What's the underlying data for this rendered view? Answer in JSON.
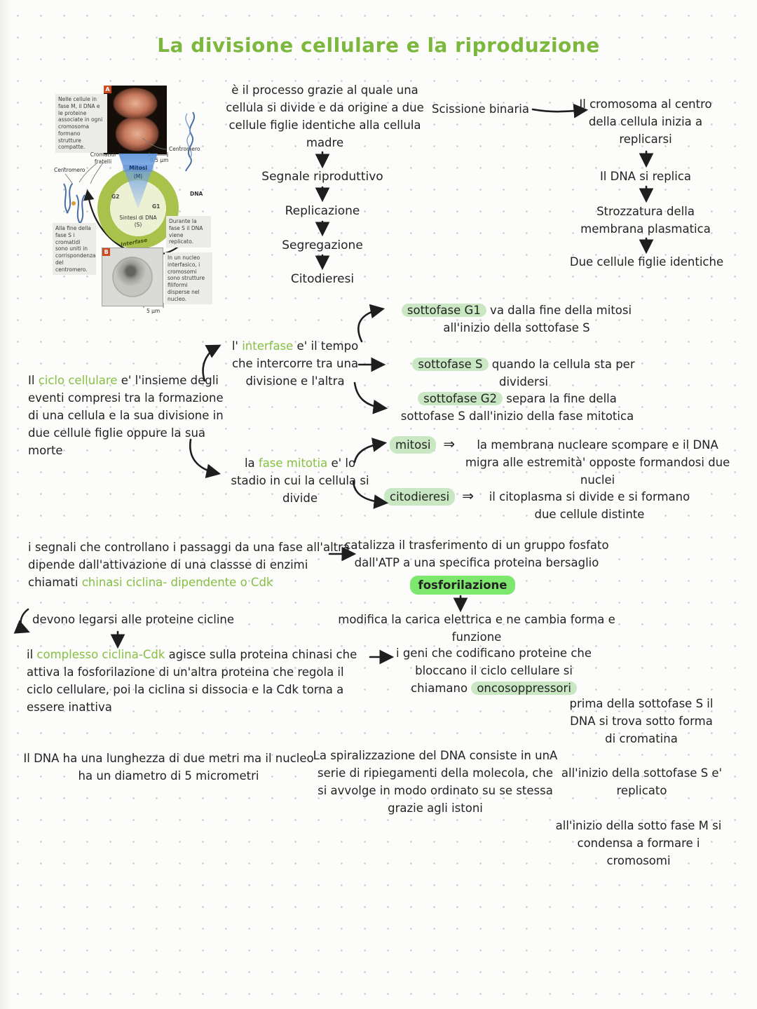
{
  "colors": {
    "title_green": "#7cb83e",
    "keyword_green": "#85c043",
    "highlight_soft": "#c8e7c2",
    "highlight_bright": "#7ee86e",
    "ink": "#232323"
  },
  "symbols": {
    "double_arrow": "⇒"
  },
  "title": "La divisione cellulare e la riproduzione",
  "figure": {
    "badge_a": "A",
    "badge_b": "B",
    "caption_a": "Nelle cellule in fase M, il DNA e le proteine associate in ogni cromosoma formano strutture compatte.",
    "centromero_top": "Centromero",
    "scale_top": "0,5 μm",
    "cromatidi": "Cromatidi fratelli",
    "centromero_left": "Centromero",
    "mitosi": "Mitosi",
    "m": "(M)",
    "g2": "G2",
    "g1": "G1",
    "sintesi": "Sintesi di DNA (S)",
    "interfase": "Interfase",
    "dna": "DNA",
    "caption_durante": "Durante la fase S il DNA viene replicato.",
    "caption_alla_fine": "Alla fine della fase S i cromatidi sono uniti in corrispondenza del centromero.",
    "caption_nucleo": "In un nucleo interfasico, i cromosomi sono strutture filiformi disperse nel nucleo.",
    "scale_bottom": "5 μm"
  },
  "processo": {
    "text": "è il processo grazie al quale una cellula si divide e da origine a due cellule figlie identiche alla cellula madre",
    "steps": [
      "Segnale riproduttivo",
      "Replicazione",
      "Segregazione",
      "Citodieresi"
    ]
  },
  "scissione": {
    "label": "Scissione binaria",
    "steps": [
      "Il cromosoma al centro della cellula inizia a replicarsi",
      "Il DNA si replica",
      "Strozzatura della membrana plasmatica",
      "Due cellule figlie identiche"
    ]
  },
  "sottofasi": [
    {
      "keyword": "sottofase G1",
      "text": " va dalla fine della mitosi all'inizio della sottofase S"
    },
    {
      "keyword": "sottofase S",
      "text": " quando la cellula sta per dividersi"
    },
    {
      "keyword": "sottofase G2",
      "text": " separa la fine della sottofase S dall'inizio della fase mitotica"
    }
  ],
  "ciclo": {
    "pre": "Il ",
    "keyword": "ciclo cellulare",
    "post": " e' l'insieme degli eventi compresi tra la formazione di una cellula e la sua divisione in due cellule figlie oppure la sua morte"
  },
  "interfase": {
    "pre": "l' ",
    "keyword": "interfase",
    "post": " e' il tempo che intercorre tra una divisione e l'altra"
  },
  "fase_mitotica": {
    "pre": "la ",
    "keyword": "fase mitotia",
    "post": " e' lo stadio in cui la cellula si divide"
  },
  "mitosi_row": {
    "keyword": "mitosi",
    "text": "la membrana nucleare scompare e il DNA migra alle estremità' opposte formandosi due nuclei"
  },
  "citodieresi_row": {
    "keyword": "citodieresi",
    "text": "il citoplasma si divide e si formano due cellule distinte"
  },
  "segnali": {
    "pre": "i segnali che controllano i passaggi da una fase all'altra dipende dall'attivazione di una classse di enzimi chiamati ",
    "keyword": "chinasi ciclina- dipendente o Cdk"
  },
  "fosforilazione": {
    "line1": "catalizza il trasferimento di un gruppo fosfato dall'ATP a una specifica proteina bersaglio",
    "keyword": "fosforilazione",
    "line2": "modifica la carica elettrica e ne cambia forma e funzione"
  },
  "cicline": {
    "text": "devono legarsi alle proteine cicline"
  },
  "complesso": {
    "pre": "il ",
    "keyword": "complesso ciclina-Cdk",
    "post": " agisce sulla proteina chinasi che attiva la fosforilazione di un'altra proteina che regola il ciclo cellulare, poi la ciclina si dissocia e la Cdk torna a essere inattiva"
  },
  "oncosoppressori": {
    "pre": "i geni che codificano proteine che bloccano il ciclo cellulare si chiamano ",
    "keyword": "oncosoppressori"
  },
  "cromatina": {
    "text": "prima della sottofase S il DNA si trova sotto forma di cromatina"
  },
  "dna_lunghezza": {
    "text": "Il DNA ha una lunghezza di due metri ma il nucleo ha un diametro  di 5 micrometri"
  },
  "spiralizzazione": {
    "text": "La spiralizzazione del DNA consiste in unA serie di ripiegamenti della molecola, che si avvolge in modo ordinato su se stessa grazie agli istoni"
  },
  "inizio_s": {
    "text": "all'inizio della sottofase S e' replicato"
  },
  "inizio_m": {
    "text": "all'inizio della sotto fase M si condensa a formare i cromosomi"
  }
}
